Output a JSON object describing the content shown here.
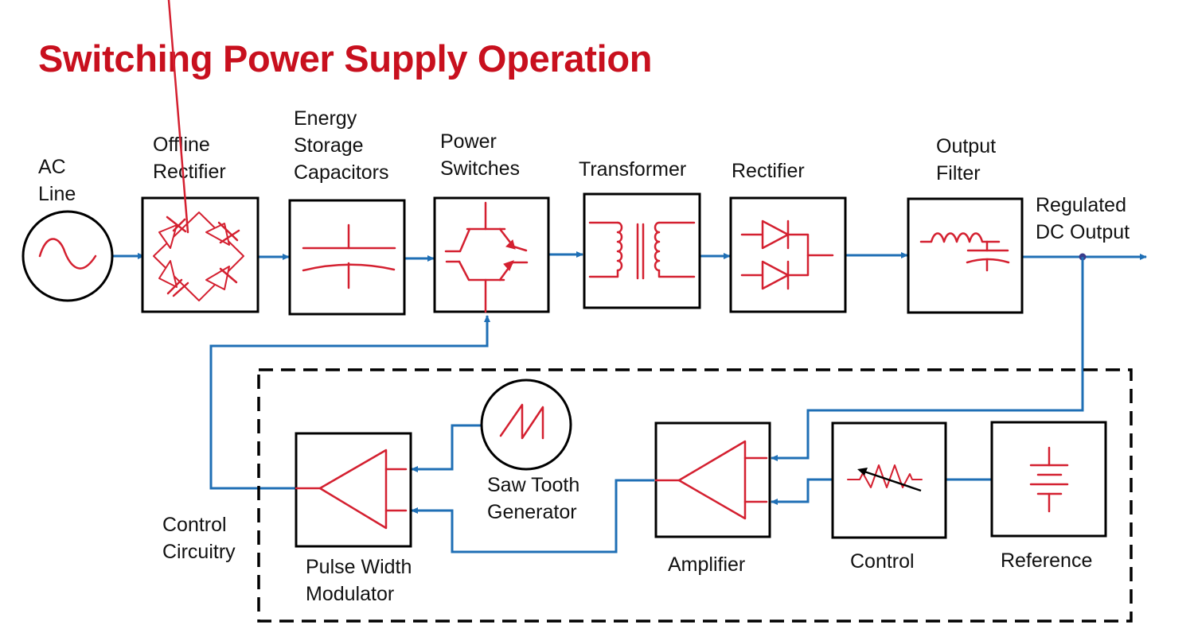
{
  "title": "Switching Power Supply Operation",
  "colors": {
    "title": "#c8101e",
    "symbol": "#d42030",
    "wire": "#1f6fb5",
    "outline": "#000000"
  },
  "power_stage": {
    "ac_line": {
      "label": [
        "AC",
        "Line"
      ],
      "icon": "sine-wave-icon"
    },
    "offline_rectifier": {
      "label": [
        "Offline",
        "Rectifier"
      ],
      "icon": "diode-bridge-icon"
    },
    "energy_storage": {
      "label": [
        "Energy",
        "Storage",
        "Capacitors"
      ],
      "icon": "capacitor-icon"
    },
    "power_switches": {
      "label": [
        "Power",
        "Switches"
      ],
      "icon": "transistor-pair-icon"
    },
    "transformer": {
      "label": [
        "Transformer"
      ],
      "icon": "transformer-icon"
    },
    "rectifier": {
      "label": [
        "Rectifier"
      ],
      "icon": "diode-pair-icon"
    },
    "output_filter": {
      "label": [
        "Output",
        "Filter"
      ],
      "icon": "lc-filter-icon"
    },
    "output": {
      "label": [
        "Regulated",
        "DC Output"
      ]
    }
  },
  "control_stage": {
    "group_label": [
      "Control",
      "Circuitry"
    ],
    "pwm": {
      "label": [
        "Pulse Width",
        "Modulator"
      ],
      "icon": "comparator-icon"
    },
    "sawtooth": {
      "label": [
        "Saw Tooth",
        "Generator"
      ],
      "icon": "sawtooth-wave-icon"
    },
    "amplifier": {
      "label": [
        "Amplifier"
      ],
      "icon": "amplifier-icon"
    },
    "control": {
      "label": [
        "Control"
      ],
      "icon": "variable-resistor-icon"
    },
    "reference": {
      "label": [
        "Reference"
      ],
      "icon": "battery-icon"
    }
  }
}
